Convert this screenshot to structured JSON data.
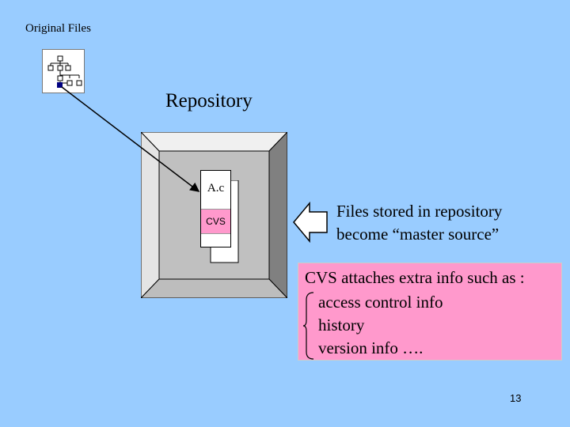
{
  "labels": {
    "original_files": "Original Files",
    "repository": "Repository",
    "file_name": "A.c",
    "cvs_tag": "CVS"
  },
  "callout": {
    "lines": [
      "Files stored in repository",
      "become “master source”"
    ]
  },
  "info_box": {
    "heading": "CVS attaches extra info such as :",
    "items": [
      "access control info",
      "history",
      "version info …."
    ],
    "background": "#ff99cc"
  },
  "page_number": "13",
  "colors": {
    "background": "#99ccff",
    "repository_face": "#c0c0c0",
    "highlight_node": "#000080"
  }
}
